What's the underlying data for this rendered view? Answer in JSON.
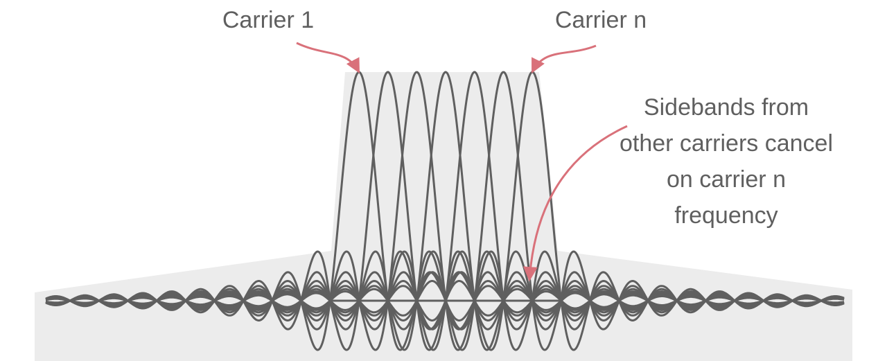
{
  "labels": {
    "carrier_first": "Carrier 1",
    "carrier_last": "Carrier n",
    "sidebands_lines": [
      "Sidebands from",
      "other carriers cancel",
      "on carrier n",
      "frequency"
    ]
  },
  "carrier_count": 7,
  "colors": {
    "wave": "#5f5f5f",
    "arrow": "#d9717a",
    "shade": "#ececec",
    "text": "#5f5f5f"
  }
}
